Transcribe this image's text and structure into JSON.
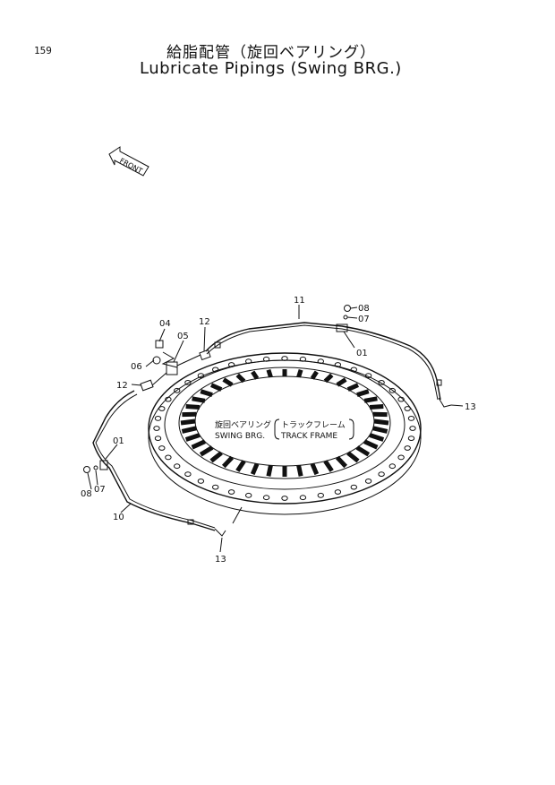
{
  "page_number": "159",
  "title_ja": "給脂配管（旋回ベアリング）",
  "title_en": "Lubricate Pipings (Swing BRG.)",
  "front_label": "FRONT",
  "callouts": {
    "p11": "11",
    "p08a": "08",
    "p07a": "07",
    "p01a": "01",
    "p04": "04",
    "p05": "05",
    "p12a": "12",
    "p06": "06",
    "p12b": "12",
    "p13a": "13",
    "p01b": "01",
    "p08b": "08",
    "p07b": "07",
    "p10": "10",
    "p13b": "13"
  },
  "center_label": {
    "ja_left": "旋回ベアリング",
    "en_left": "SWING BRG.",
    "ja_right": "トラックフレーム",
    "en_right": "TRACK FRAME"
  }
}
